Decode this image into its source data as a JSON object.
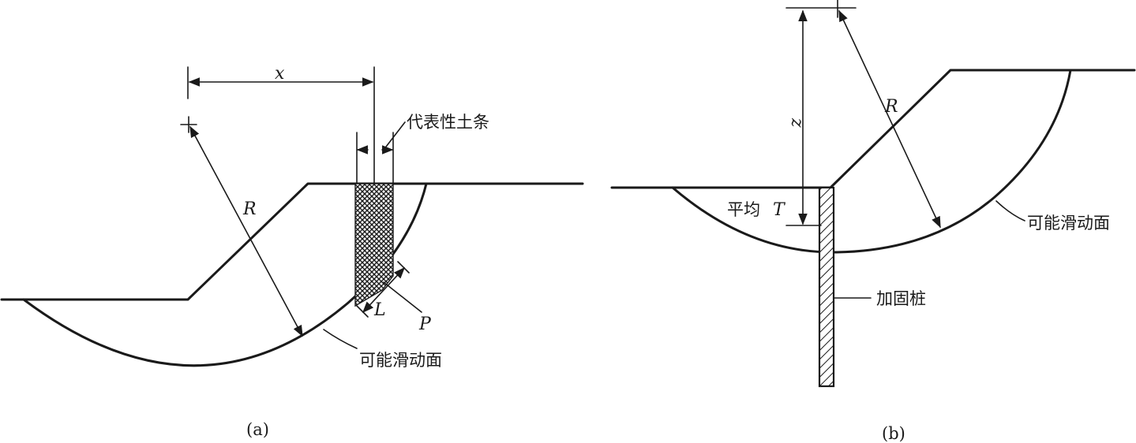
{
  "panel_a": {
    "caption": "(a)",
    "dim_x": "x",
    "radius": "R",
    "slice_label": "代表性土条",
    "slice_length": "L",
    "force": "P",
    "slip_surface": "可能滑动面"
  },
  "panel_b": {
    "caption": "(b)",
    "dim_z": "z",
    "radius": "R",
    "avg_label": "平均",
    "avg_symbol": "T",
    "slip_surface": "可能滑动面",
    "pile_label": "加固桩"
  },
  "colors": {
    "ink": "#1a1a1a",
    "background": "#ffffff"
  }
}
